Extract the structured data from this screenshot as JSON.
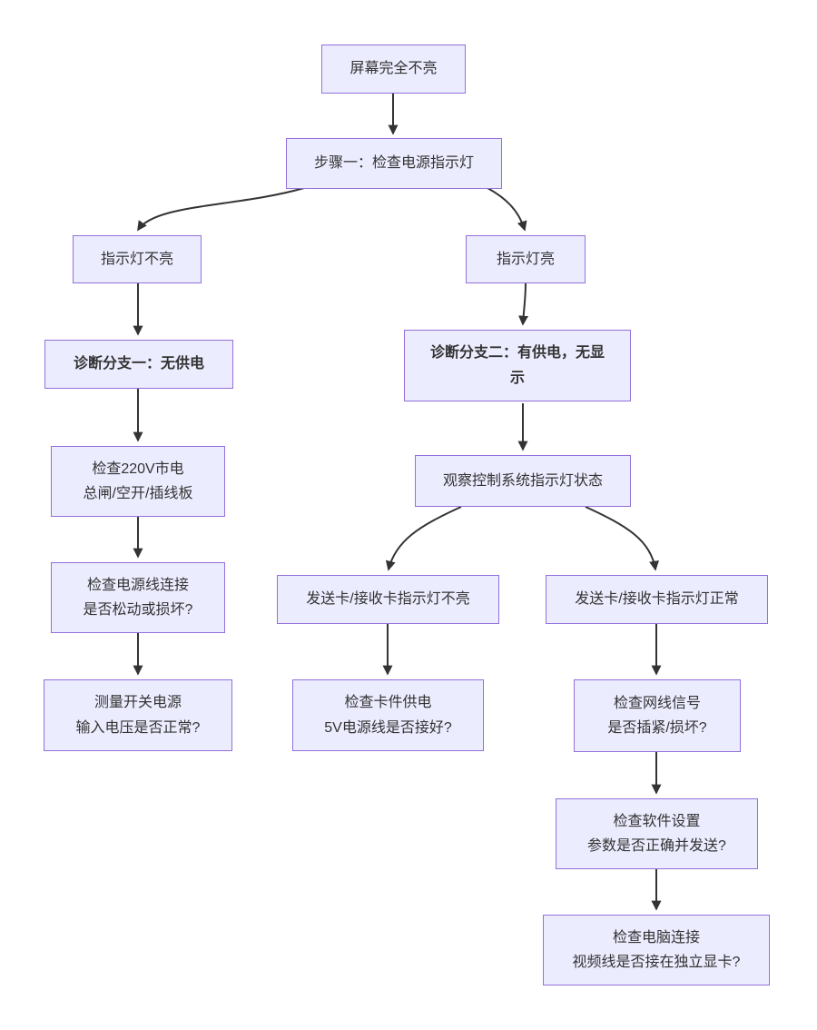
{
  "diagram": {
    "type": "flowchart",
    "direction": "top-down",
    "colors": {
      "background": "#ffffff",
      "node_fill": "#ECECFF",
      "node_border": "#9370DB",
      "node_text": "#333333",
      "edge": "#333333"
    },
    "nodes": [
      {
        "id": "screen-off",
        "label": "屏幕完全不亮",
        "bold": false
      },
      {
        "id": "step1",
        "label": "步骤一：检查电源指示灯",
        "bold": false
      },
      {
        "id": "led-off",
        "label": "指示灯不亮",
        "bold": false
      },
      {
        "id": "led-on",
        "label": "指示灯亮",
        "bold": false
      },
      {
        "id": "branch1",
        "label": "诊断分支一：无供电",
        "bold": true
      },
      {
        "id": "branch2",
        "label": "诊断分支二：有供电，无显\n示",
        "bold": true
      },
      {
        "id": "check-220v",
        "label": "检查220V市电\n总闸/空开/插线板",
        "bold": false
      },
      {
        "id": "observe-ctrl",
        "label": "观察控制系统指示灯状态",
        "bold": false
      },
      {
        "id": "check-power-cable",
        "label": "检查电源线连接\n是否松动或损坏?",
        "bold": false
      },
      {
        "id": "card-led-off",
        "label": "发送卡/接收卡指示灯不亮",
        "bold": false
      },
      {
        "id": "card-led-ok",
        "label": "发送卡/接收卡指示灯正常",
        "bold": false
      },
      {
        "id": "measure-psu",
        "label": "测量开关电源\n输入电压是否正常?",
        "bold": false
      },
      {
        "id": "check-card-power",
        "label": "检查卡件供电\n5V电源线是否接好?",
        "bold": false
      },
      {
        "id": "check-lan",
        "label": "检查网线信号\n是否插紧/损坏?",
        "bold": false
      },
      {
        "id": "check-software",
        "label": "检查软件设置\n参数是否正确并发送?",
        "bold": false
      },
      {
        "id": "check-pc",
        "label": "检查电脑连接\n视频线是否接在独立显卡?",
        "bold": false
      }
    ],
    "edges": [
      {
        "from": "screen-off",
        "to": "step1"
      },
      {
        "from": "step1",
        "to": "led-off"
      },
      {
        "from": "step1",
        "to": "led-on"
      },
      {
        "from": "led-off",
        "to": "branch1"
      },
      {
        "from": "branch1",
        "to": "check-220v"
      },
      {
        "from": "check-220v",
        "to": "check-power-cable"
      },
      {
        "from": "check-power-cable",
        "to": "measure-psu"
      },
      {
        "from": "led-on",
        "to": "branch2"
      },
      {
        "from": "branch2",
        "to": "observe-ctrl"
      },
      {
        "from": "observe-ctrl",
        "to": "card-led-off"
      },
      {
        "from": "observe-ctrl",
        "to": "card-led-ok"
      },
      {
        "from": "card-led-off",
        "to": "check-card-power"
      },
      {
        "from": "card-led-ok",
        "to": "check-lan"
      },
      {
        "from": "check-lan",
        "to": "check-software"
      },
      {
        "from": "check-software",
        "to": "check-pc"
      }
    ]
  }
}
